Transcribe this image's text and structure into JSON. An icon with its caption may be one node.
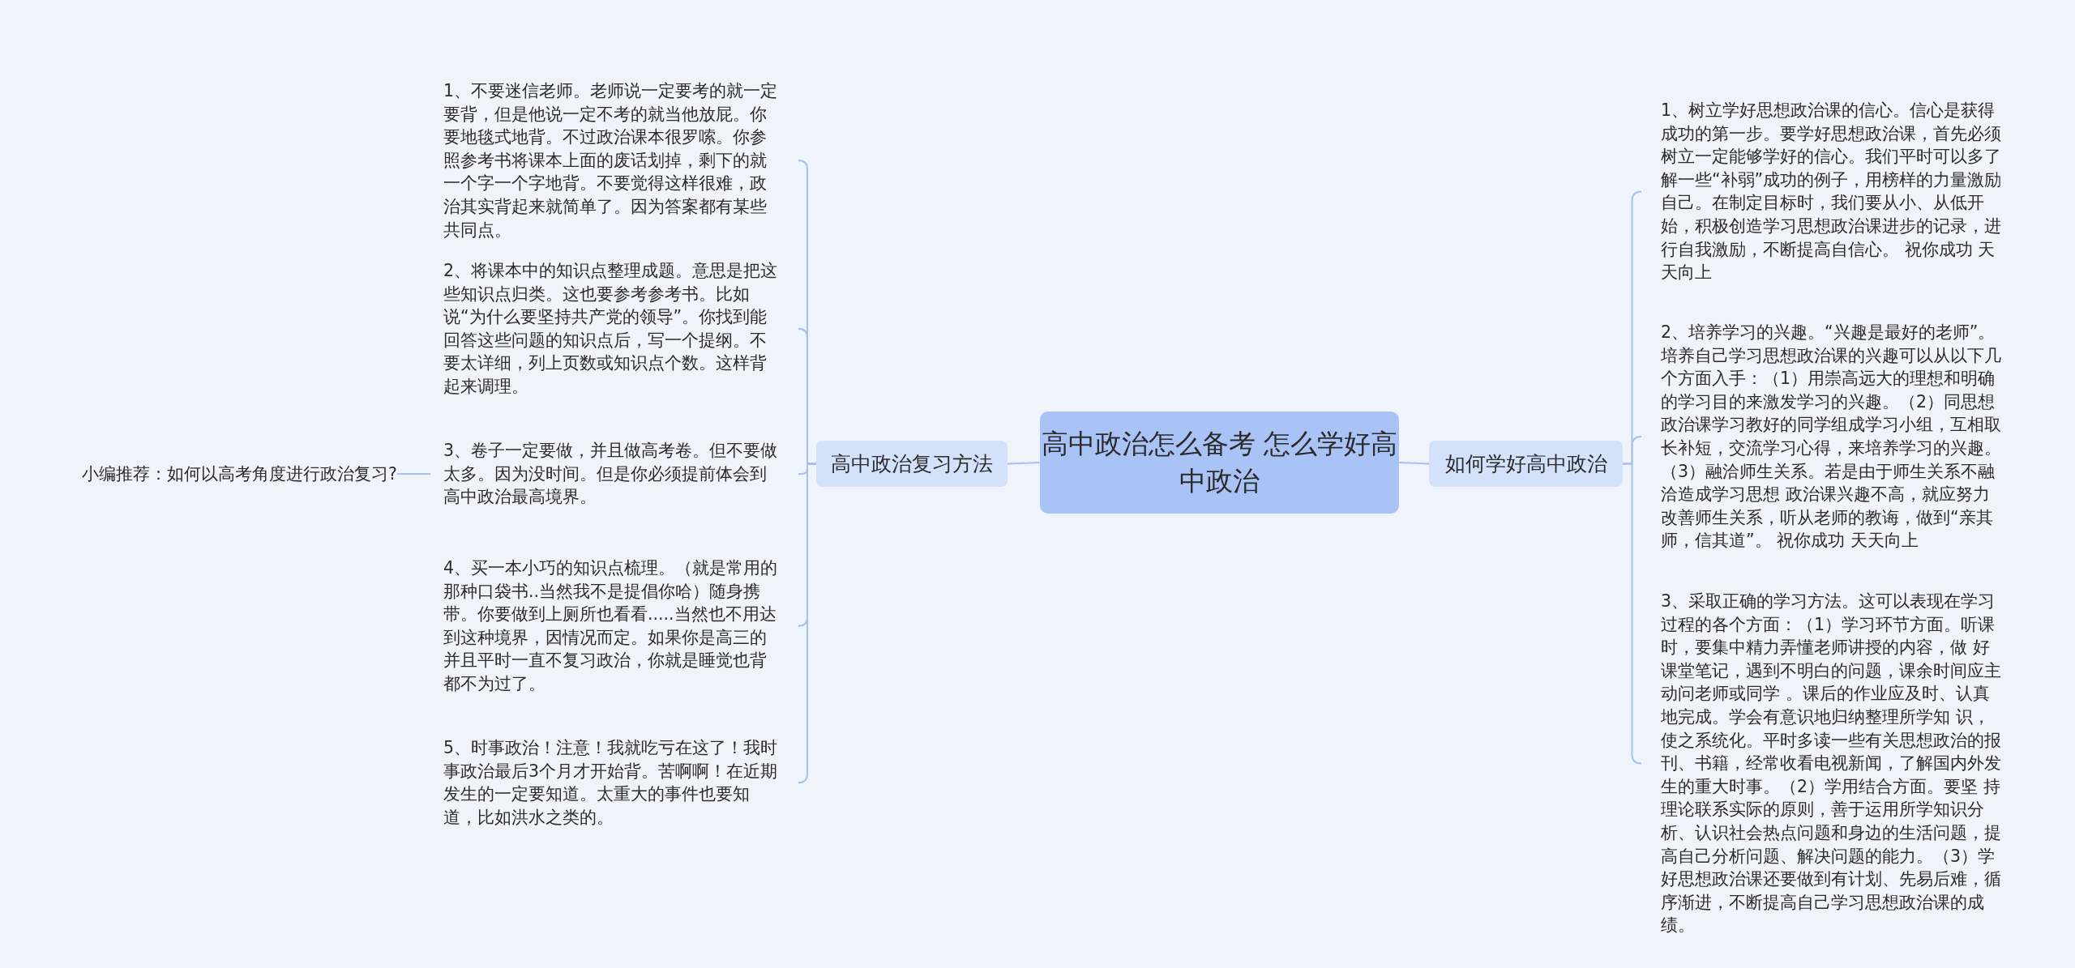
{
  "diagram": {
    "nodes": [
      {
        "text": [
          "高中政治怎么备考 怎么学好高中政治"
        ]
      },
      {
        "text": [
          "高中政治复习方法"
        ]
      },
      {
        "text": [
          "1、不要迷信老师。老师说一定要考的就一定要背，但是他说一定不考的就当他放屁。你要地毯式地背。不过政治课本很罗嗦。你参照参考书将课本上面的废话划掉，剩下的就一个字一个字地背。不要觉得这样很难，政治其实背起来就简单了。因为答案都有某些共同点。"
        ]
      },
      {
        "text": [
          "2、将课本中的知识点整理成题。意思是把这些知识点归类。这也要参考参考书。比如说“为什么要坚持共产党的领导”。你找到能回答这些问题的知识点后，写一个提纲。不要太详细，列上页数或知识点个数。这样背起来调理。"
        ]
      },
      {
        "text": [
          "3、卷子一定要做，并且做高考卷。但不要做太多。因为没时间。但是你必须提前体会到高中政治最高境界。"
        ]
      },
      {
        "text": [
          "4、买一本小巧的知识点梳理。（就是常用的那种口袋书..当然我不是提倡你哈）随身携带。你要做到上厕所也看看.....当然也不用达到这种境界，因情况而定。如果你是高三的并且平时一直不复习政治，你就是睡觉也背都不为过了。"
        ]
      },
      {
        "text": [
          "5、时事政治！注意！我就吃亏在这了！我时事政治最后3个月才开始背。苦啊啊！在近期发生的一定要知道。太重大的事件也要知道，比如洪水之类的。"
        ]
      },
      {
        "text": [
          "小编推荐：如何以高考角度进行政治复习?"
        ]
      },
      {
        "text": [
          "如何学好高中政治"
        ]
      },
      {
        "text": [
          "1、树立学好思想政治课的信心。信心是获得成功的第一步。要学好思想政治课，首先必须树立一定能够学好的信心。我们平时可以多了解一些“补弱”成功的例子，用榜样的力量激励自己。在制定目标时，我们要从小、从低开始，积极创造学习思想政治课进步的记录，进行自我激励，不断提高自信心。 祝你成功 天天向上"
        ]
      },
      {
        "text": [
          "2、培养学习的兴趣。“兴趣是最好的老师”。培养自己学习思想政治课的兴趣可以从以下几个方面入手：（1）用崇高远大的理想和明确的学习目的来激发学习的兴趣。（2）同思想政治课学习教好的同学组成学习小组，互相取长补短，交流学习心得，来培养学习的兴趣。（3）融洽师生关系。若是由于师生关系不融洽造成学习思想 政治课兴趣不高，就应努力改善师生关系，听从老师的教诲，做到“亲其师，信其道”。 祝你成功 天天向上"
        ]
      },
      {
        "text": [
          "3、采取正确的学习方法。这可以表现在学习过程的各个方面：（1）学习环节方面。听课时，要集中精力弄懂老师讲授的内容，做 好课堂笔记，遇到不明白的问题，课余时间应主动问老师或同学 。课后的作业应及时、认真地完成。学会有意识地归纳整理所学知 识，使之系统化。平时多读一些有关思想政治的报刊、书籍，经常收看电视新闻，了解国内外发生的重大时事。（2）学用结合方面。要坚 持理论联系实际的原则，善于运用所学知识分析、认识社会热点问题和身边的生活问题，提高自己分析问题、解决问题的能力。（3）学好思想政治课还要做到有计划、先易后难，循序渐进，不断提高自己学习思想政治课的成绩。"
        ]
      }
    ],
    "edges": [
      {
        "from": 0,
        "to": 1,
        "arrow": "none"
      },
      {
        "from": 1,
        "to": 2,
        "arrow": "none"
      },
      {
        "from": 1,
        "to": 3,
        "arrow": "none"
      },
      {
        "from": 1,
        "to": 4,
        "arrow": "none"
      },
      {
        "from": 1,
        "to": 5,
        "arrow": "none"
      },
      {
        "from": 1,
        "to": 6,
        "arrow": "none"
      },
      {
        "from": 4,
        "to": 7,
        "arrow": "none"
      },
      {
        "from": 0,
        "to": 8,
        "arrow": "none"
      },
      {
        "from": 8,
        "to": 9,
        "arrow": "none"
      },
      {
        "from": 8,
        "to": 10,
        "arrow": "none"
      },
      {
        "from": 8,
        "to": 11,
        "arrow": "none"
      }
    ]
  }
}
